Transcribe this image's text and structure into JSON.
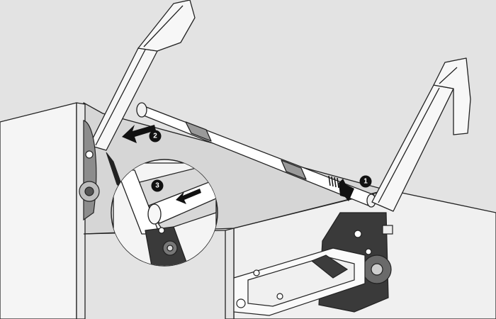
{
  "steps": [
    {
      "number": "1"
    },
    {
      "number": "2"
    },
    {
      "number": "3"
    }
  ],
  "colors": {
    "background": "#e3e3e3",
    "cabinet_side": "#f4f4f4",
    "cabinet_top": "#ececec",
    "cabinet_back": "#d9d9d9",
    "outline": "#222222",
    "arrow": "#111111",
    "bar_band": "#9a9a9a",
    "mechanism_dark": "#3a3a3a"
  },
  "icons": [
    "arrow-icon",
    "motion-lines-icon",
    "detail-callout-icon"
  ]
}
